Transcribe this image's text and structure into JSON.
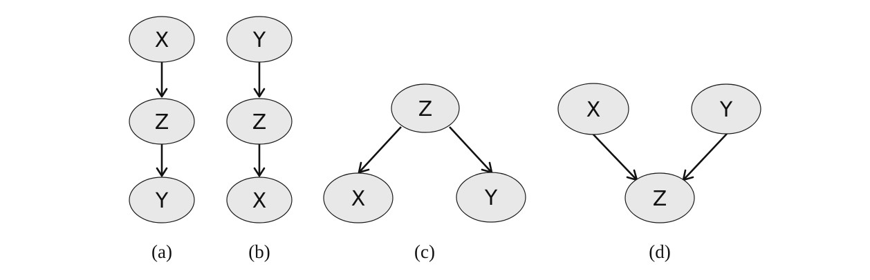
{
  "panels": [
    {
      "caption": "(a)",
      "nodes": [
        {
          "id": "a-x",
          "label": "X"
        },
        {
          "id": "a-z",
          "label": "Z"
        },
        {
          "id": "a-y",
          "label": "Y"
        }
      ],
      "edges": [
        [
          "a-x",
          "a-z"
        ],
        [
          "a-z",
          "a-y"
        ]
      ]
    },
    {
      "caption": "(b)",
      "nodes": [
        {
          "id": "b-y",
          "label": "Y"
        },
        {
          "id": "b-z",
          "label": "Z"
        },
        {
          "id": "b-x",
          "label": "X"
        }
      ],
      "edges": [
        [
          "b-y",
          "b-z"
        ],
        [
          "b-z",
          "b-x"
        ]
      ]
    },
    {
      "caption": "(c)",
      "nodes": [
        {
          "id": "c-z",
          "label": "Z"
        },
        {
          "id": "c-x",
          "label": "X"
        },
        {
          "id": "c-y",
          "label": "Y"
        }
      ],
      "edges": [
        [
          "c-z",
          "c-x"
        ],
        [
          "c-z",
          "c-y"
        ]
      ]
    },
    {
      "caption": "(d)",
      "nodes": [
        {
          "id": "d-x",
          "label": "X"
        },
        {
          "id": "d-y",
          "label": "Y"
        },
        {
          "id": "d-z",
          "label": "Z"
        }
      ],
      "edges": [
        [
          "d-x",
          "d-z"
        ],
        [
          "d-y",
          "d-z"
        ]
      ]
    }
  ]
}
